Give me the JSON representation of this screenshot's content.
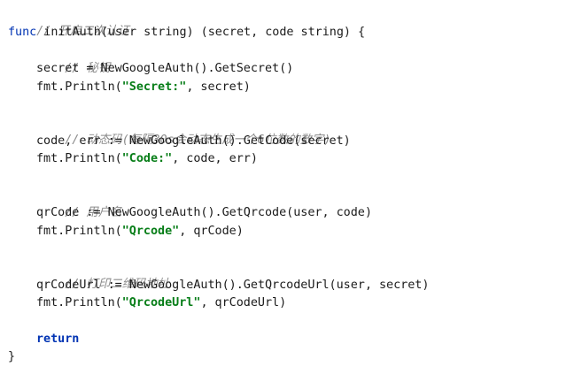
{
  "code": {
    "l1_comment": "// 开启二次认证",
    "l2_kw": "func",
    "l2_rest": " initAuth(user string) (secret, code string) {",
    "l3_comment": "// 秘钥",
    "l4_code": "secret = NewGoogleAuth().GetSecret()",
    "l5_pre": "fmt.Println(",
    "l5_str": "\"Secret:\"",
    "l5_post": ", secret)",
    "l7_comment": "// 动态码(每隔30s会动态生成一个6位数的数字)",
    "l8_code": "code, err := NewGoogleAuth().GetCode(secret)",
    "l9_pre": "fmt.Println(",
    "l9_str": "\"Code:\"",
    "l9_post": ", code, err)",
    "l11_comment": "// 用户名",
    "l12_code": "qrCode := NewGoogleAuth().GetQrcode(user, code)",
    "l13_pre": "fmt.Println(",
    "l13_str": "\"Qrcode\"",
    "l13_post": ", qrCode)",
    "l15_comment": "// 打印二维码地址",
    "l16_code": "qrCodeUrl := NewGoogleAuth().GetQrcodeUrl(user, secret)",
    "l17_pre": "fmt.Println(",
    "l17_str": "\"QrcodeUrl\"",
    "l17_post": ", qrCodeUrl)",
    "l19_kw": "return",
    "l20_brace": "}"
  },
  "colors": {
    "comment": "#8c8c8c",
    "keyword": "#0033b3",
    "string": "#067d17",
    "text": "#1a1a1a",
    "background": "#ffffff"
  }
}
